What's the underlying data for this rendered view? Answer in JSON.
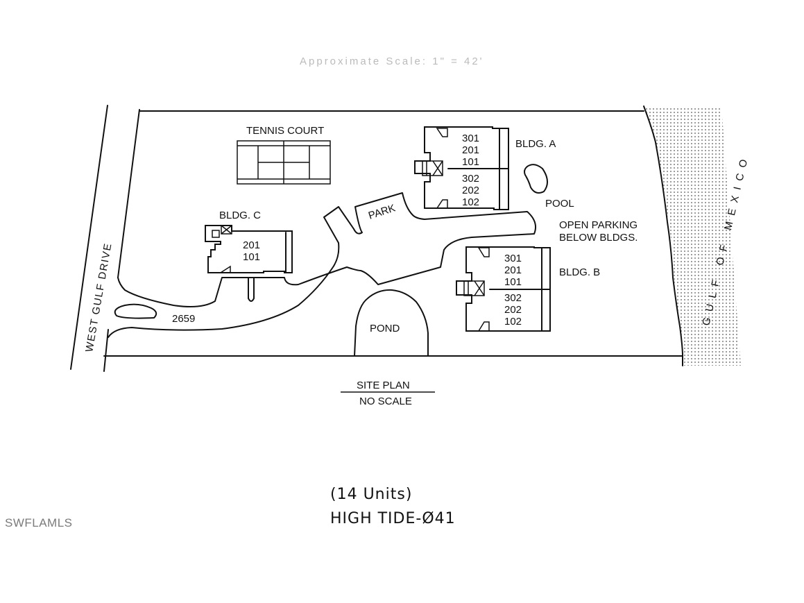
{
  "header": {
    "approx_scale_text": "Approximate Scale: 1\" = 42'"
  },
  "site": {
    "road_label": "WEST GULF DRIVE",
    "address_number": "2659",
    "water_label": "GULF OF MEXICO",
    "tennis_label": "TENNIS COURT",
    "park_label": "PARK",
    "pool_label": "POOL",
    "pond_label": "POND",
    "parking_note_line1": "OPEN PARKING",
    "parking_note_line2": "BELOW BLDGS."
  },
  "buildings": {
    "a": {
      "label": "BLDG. A",
      "units_top": [
        "301",
        "201",
        "101"
      ],
      "units_bottom": [
        "302",
        "202",
        "102"
      ]
    },
    "b": {
      "label": "BLDG. B",
      "units_top": [
        "301",
        "201",
        "101"
      ],
      "units_bottom": [
        "302",
        "202",
        "102"
      ]
    },
    "c": {
      "label": "BLDG. C",
      "units": [
        "201",
        "101"
      ]
    }
  },
  "title_block": {
    "title": "SITE PLAN",
    "subtitle": "NO SCALE"
  },
  "footer": {
    "unit_count": "(14 Units)",
    "project_name": "HIGH TIDE-Ø41"
  },
  "watermark": "SWFLAMLS",
  "colors": {
    "line": "#111111",
    "background": "#ffffff",
    "watermark": "#7a7a7a",
    "water_dots": "#555555"
  }
}
